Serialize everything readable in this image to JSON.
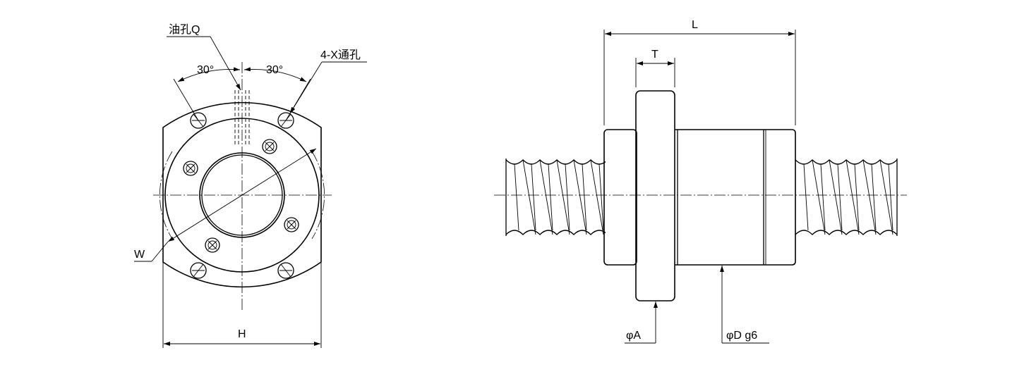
{
  "labels": {
    "oil_hole": "油孔Q",
    "through_holes": "4-X通孔",
    "angle_left": "30°",
    "angle_right": "30°",
    "width_w": "W",
    "height_h": "H",
    "length_l": "L",
    "flange_t": "T",
    "diameter_a": "φA",
    "diameter_d": "φD g6"
  }
}
